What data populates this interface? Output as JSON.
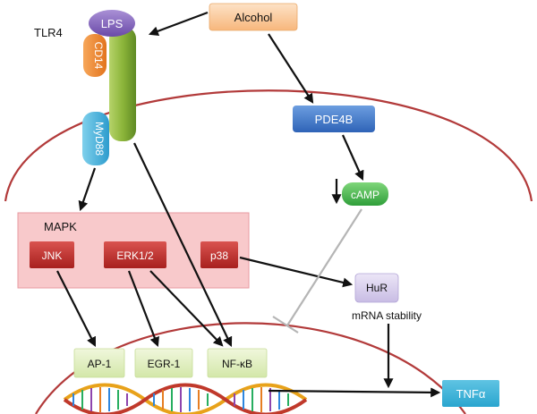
{
  "labels": {
    "alcohol": "Alcohol",
    "lps": "LPS",
    "tlr4": "TLR4",
    "cd14": "CD14",
    "myd88": "MyD88",
    "pde4b": "PDE4B",
    "camp": "cAMP",
    "mapk": "MAPK",
    "jnk": "JNK",
    "erk": "ERK1/2",
    "p38": "p38",
    "hur": "HuR",
    "mrna_stability": "mRNA stability",
    "ap1": "AP-1",
    "egr1": "EGR-1",
    "nfkb": "NF-κB",
    "tnfa": "TNFα"
  }
}
